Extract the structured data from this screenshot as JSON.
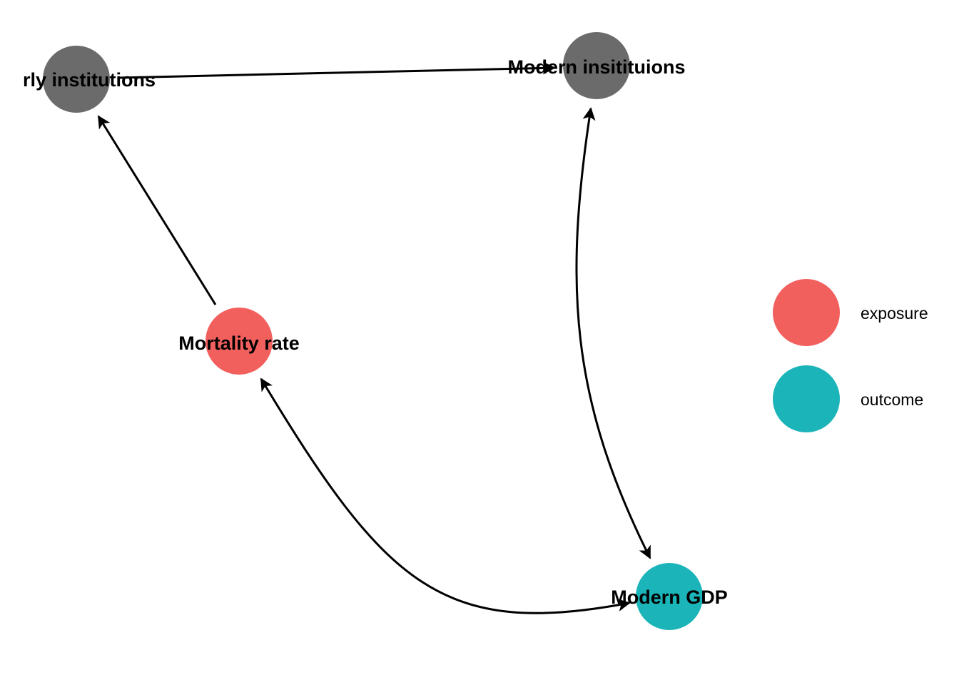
{
  "diagram": {
    "type": "directed-acyclic-graph",
    "colors": {
      "unlabeled": "#6b6b6b",
      "exposure": "#f2605e",
      "outcome": "#1bb4b8",
      "edge": "#000000"
    },
    "nodes": [
      {
        "id": "early",
        "label": "Early institutions",
        "visible_label": "rly institutions",
        "status": "none"
      },
      {
        "id": "modinst",
        "label": "Modern insitituions",
        "visible_label": "Modern insitituions",
        "status": "none"
      },
      {
        "id": "mort",
        "label": "Mortality rate",
        "visible_label": "Mortality rate",
        "status": "exposure"
      },
      {
        "id": "gdp",
        "label": "Modern GDP",
        "visible_label": "Modern GDP",
        "status": "outcome"
      }
    ],
    "edges": [
      {
        "from": "early",
        "to": "modinst",
        "directed": "one-way"
      },
      {
        "from": "mort",
        "to": "early",
        "directed": "one-way"
      },
      {
        "from": "modinst",
        "to": "gdp",
        "directed": "bidirected"
      },
      {
        "from": "mort",
        "to": "gdp",
        "directed": "bidirected"
      }
    ]
  },
  "legend": {
    "items": [
      {
        "label": "exposure",
        "color": "#f2605e"
      },
      {
        "label": "outcome",
        "color": "#1bb4b8"
      }
    ]
  }
}
